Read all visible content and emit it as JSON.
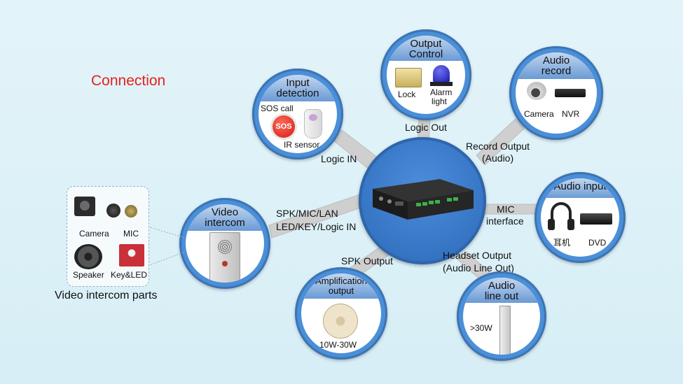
{
  "heading": "Connection",
  "connections": {
    "logic_in": "Logic IN",
    "logic_out": "Logic Out",
    "record_output_1": "Record Output",
    "record_output_2": "(Audio)",
    "mic_interface_1": "MIC",
    "mic_interface_2": "interface",
    "headset_output_1": "Headset Output",
    "headset_output_2": "(Audio Line Out)",
    "spk_output": "SPK Output",
    "spk_mic_lan": "SPK/MIC/LAN",
    "led_key_logic": "LED/KEY/Logic IN"
  },
  "nodes": {
    "input_detection": {
      "title_1": "Input",
      "title_2": "detection",
      "items": [
        "SOS call",
        "IR sensor"
      ],
      "badge": "SOS"
    },
    "output_control": {
      "title_1": "Output",
      "title_2": "Control",
      "items": [
        "Lock",
        "Alarm",
        "light"
      ]
    },
    "audio_record": {
      "title_1": "Audio",
      "title_2": "record",
      "items": [
        "Camera",
        "NVR"
      ]
    },
    "audio_input": {
      "title_1": "Audio input",
      "items": [
        "耳机",
        "DVD"
      ]
    },
    "audio_line_out": {
      "title_1": "Audio",
      "title_2": "line out",
      "items": [
        ">30W"
      ]
    },
    "amplification_output": {
      "title_1": "Amplification",
      "title_2": "output",
      "items": [
        "10W-30W"
      ]
    },
    "video_intercom": {
      "title_1": "Video",
      "title_2": "intercom"
    }
  },
  "parts": {
    "items": [
      "Camera",
      "MIC",
      "Speaker",
      "Key&LED"
    ],
    "caption": "Video intercom parts"
  },
  "colors": {
    "background": "#dcf0f7",
    "node_ring": "#4a8fd8",
    "hub": "#3a78c6",
    "connector": "#c9c9c9",
    "heading": "#e5211d"
  }
}
